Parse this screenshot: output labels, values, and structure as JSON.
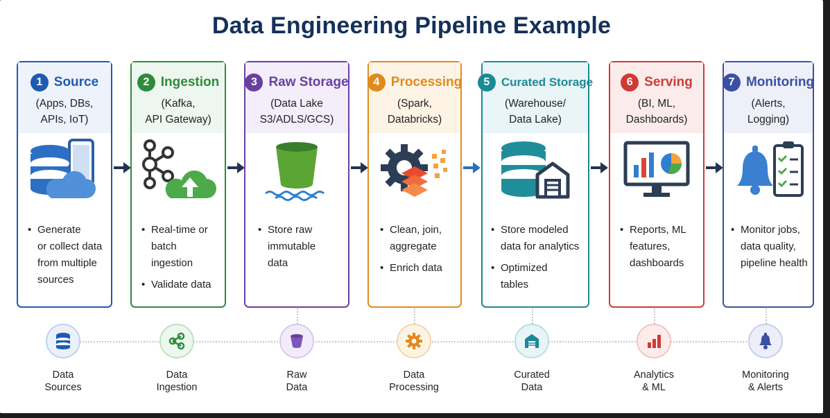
{
  "title": "Data Engineering Pipeline Example",
  "stages": [
    {
      "num": "1",
      "title": "Source",
      "subtitle": "(Apps, DBs,\nAPIs, IoT)",
      "icon": "database-phone-cloud-icon",
      "color": "#1e5bb0",
      "bullets": [
        "Generate\nor collect data\nfrom multiple\nsources"
      ],
      "bottom_label": "Data\nSources",
      "bottom_icon": "database-icon"
    },
    {
      "num": "2",
      "title": "Ingestion",
      "subtitle": "(Kafka,\nAPI Gateway)",
      "icon": "kafka-cloud-upload-icon",
      "color": "#2e8b3c",
      "bullets": [
        "Real-time or\nbatch ingestion",
        "Validate data"
      ],
      "bottom_label": "Data\nIngestion",
      "bottom_icon": "share-icon"
    },
    {
      "num": "3",
      "title": "Raw Storage",
      "subtitle": "(Data Lake\nS3/ADLS/GCS)",
      "icon": "bucket-icon",
      "color": "#6a3fa0",
      "bullets": [
        "Store raw\nimmutable\ndata"
      ],
      "bottom_label": "Raw\nData",
      "bottom_icon": "bucket-icon"
    },
    {
      "num": "4",
      "title": "Processing",
      "subtitle": "(Spark,\nDatabricks)",
      "icon": "gear-layers-icon",
      "color": "#e08a1e",
      "bullets": [
        "Clean, join,\naggregate",
        "Enrich data"
      ],
      "bottom_label": "Data\nProcessing",
      "bottom_icon": "gear-icon"
    },
    {
      "num": "5",
      "title": "Curated Storage",
      "subtitle": "(Warehouse/\nData Lake)",
      "icon": "database-warehouse-icon",
      "color": "#1a8a95",
      "bullets": [
        "Store modeled\ndata for analytics",
        "Optimized\ntables"
      ],
      "bottom_label": "Curated\nData",
      "bottom_icon": "warehouse-icon"
    },
    {
      "num": "6",
      "title": "Serving",
      "subtitle": "(BI, ML,\nDashboards)",
      "icon": "dashboard-monitor-icon",
      "color": "#cf3a35",
      "bullets": [
        "Reports, ML\nfeatures,\ndashboards"
      ],
      "bottom_label": "Analytics\n& ML",
      "bottom_icon": "bar-chart-icon"
    },
    {
      "num": "7",
      "title": "Monitoring",
      "subtitle": "(Alerts,\nLogging)",
      "icon": "bell-checklist-icon",
      "color": "#3b4fa3",
      "bullets": [
        "Monitor jobs,\ndata quality,\npipeline health"
      ],
      "bottom_label": "Monitoring\n& Alerts",
      "bottom_icon": "bell-icon"
    }
  ],
  "arrow_color": "#24344f"
}
